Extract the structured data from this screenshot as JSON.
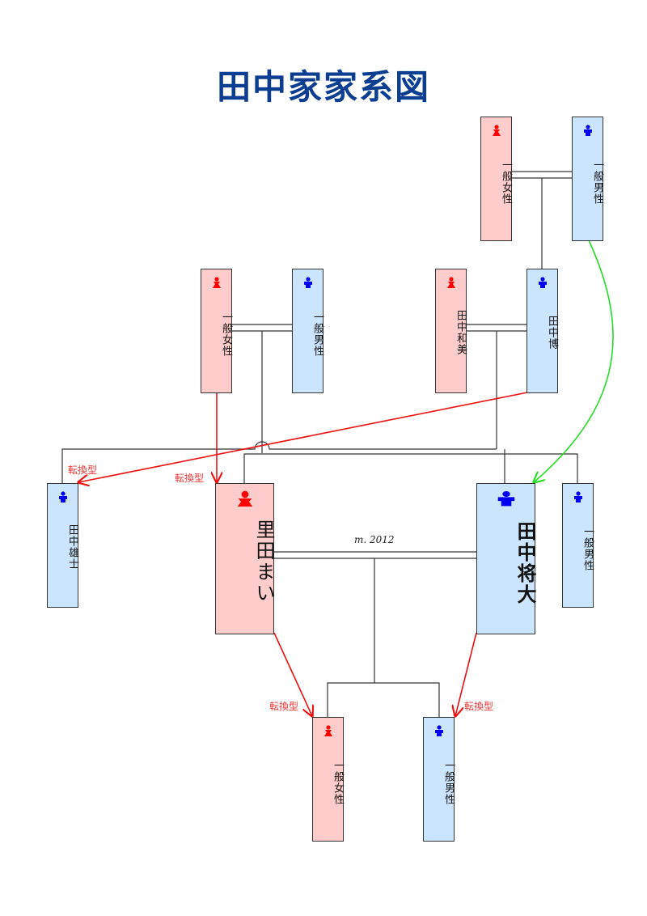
{
  "title": "田中家家系図",
  "colors": {
    "female_fill": "#ffcccc",
    "male_fill": "#cce5ff",
    "female_icon": "#ff0000",
    "male_icon": "#0000ee",
    "conversion_arrow": "#ee1111",
    "adoption_arrow": "#22dd22",
    "title": "#0b3d91"
  },
  "people": {
    "gg_female": {
      "name": "一般女性",
      "gender": "female"
    },
    "gg_male": {
      "name": "一般男性",
      "gender": "male"
    },
    "g_left_female": {
      "name": "一般女性",
      "gender": "female"
    },
    "g_left_male": {
      "name": "一般男性",
      "gender": "male"
    },
    "kazumi": {
      "name": "田中和美",
      "gender": "female"
    },
    "hiroshi": {
      "name": "田中博",
      "gender": "male"
    },
    "yuji": {
      "name": "田中雄士",
      "gender": "male"
    },
    "mai": {
      "name": "里田まい",
      "gender": "female"
    },
    "masahiro": {
      "name": "田中将大",
      "gender": "male"
    },
    "sibling_male": {
      "name": "一般男性",
      "gender": "male"
    },
    "child_female": {
      "name": "一般女性",
      "gender": "female"
    },
    "child_male": {
      "name": "一般男性",
      "gender": "male"
    }
  },
  "marriage_label": "m. 2012",
  "arrow_labels": {
    "yuji": "転換型",
    "mai": "転換型",
    "child_female": "転換型",
    "child_male": "転換型"
  }
}
